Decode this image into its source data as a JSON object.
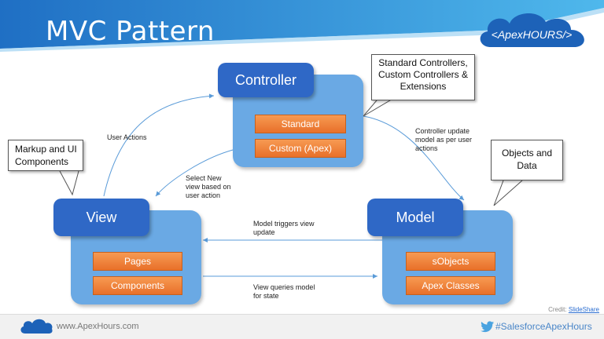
{
  "title": "MVC Pattern",
  "logo": {
    "text": "<ApexHOURS/>"
  },
  "controller": {
    "label": "Controller",
    "items": [
      "Standard",
      "Custom (Apex)"
    ]
  },
  "view": {
    "label": "View",
    "items": [
      "Pages",
      "Components"
    ]
  },
  "model": {
    "label": "Model",
    "items": [
      "sObjects",
      "Apex Classes"
    ]
  },
  "callouts": {
    "controller_note": [
      "Standard Controllers,",
      "Custom Controllers &",
      "Extensions"
    ],
    "view_note": [
      "Markup and UI",
      "Components"
    ],
    "model_note": [
      "Objects and",
      "Data"
    ]
  },
  "edge_labels": {
    "user_actions": [
      "User Actions"
    ],
    "select_view": [
      "Select New",
      "view based on",
      "user action"
    ],
    "controller_update": [
      "Controller update",
      "model as per user",
      "actions"
    ],
    "model_triggers": [
      "Model triggers view",
      "update"
    ],
    "view_queries": [
      "View queries model",
      "for state"
    ]
  },
  "credit": {
    "prefix": "Credit: ",
    "link": "SlideShare"
  },
  "footer": {
    "url": "www.ApexHours.com",
    "hashtag": "#SalesforceApexHours"
  },
  "colors": {
    "banner": "#2a8fd8",
    "panel": "#6aa9e4",
    "head": "#2f68c6",
    "chip": "#ee7b32"
  }
}
